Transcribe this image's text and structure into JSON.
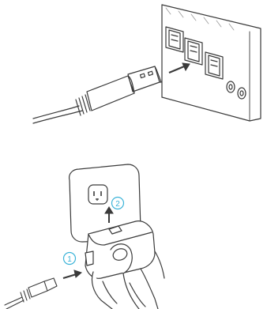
{
  "steps": [
    {
      "number": "1",
      "meaning": "insert-usb-cable-into-adapter"
    },
    {
      "number": "2",
      "meaning": "push-adapter-into-wall-socket"
    }
  ],
  "icons": {
    "arrow": "right-arrow-icon",
    "up_arrow": "up-arrow-icon"
  },
  "colors": {
    "line": "#3a3a3a",
    "accent": "#3bb3d8",
    "hatch": "#9a9a9a",
    "background": "#ffffff"
  }
}
